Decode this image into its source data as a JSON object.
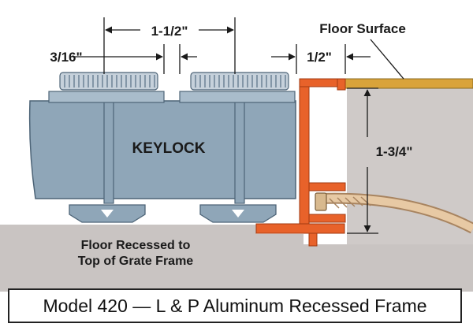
{
  "labels": {
    "dim_1_1_2": "1-1/2\"",
    "dim_3_16": "3/16\"",
    "dim_1_2": "1/2\"",
    "dim_1_3_4": "1-3/4\"",
    "floor_surface": "Floor Surface",
    "keylock": "KEYLOCK",
    "floor_recessed_line1": "Floor Recessed to",
    "floor_recessed_line2": "Top of Grate Frame"
  },
  "caption": "Model 420 — L & P Aluminum Recessed Frame",
  "colors": {
    "grate_fill": "#8fa6b8",
    "grate_stroke": "#4d6477",
    "tread_fill": "#c6d1db",
    "frame_orange": "#e8622a",
    "floor_gold": "#d9a33a",
    "floor_gray": "#c9c4c2",
    "rope": "#e7c9a4",
    "dimension_line": "#1a1a1a"
  }
}
